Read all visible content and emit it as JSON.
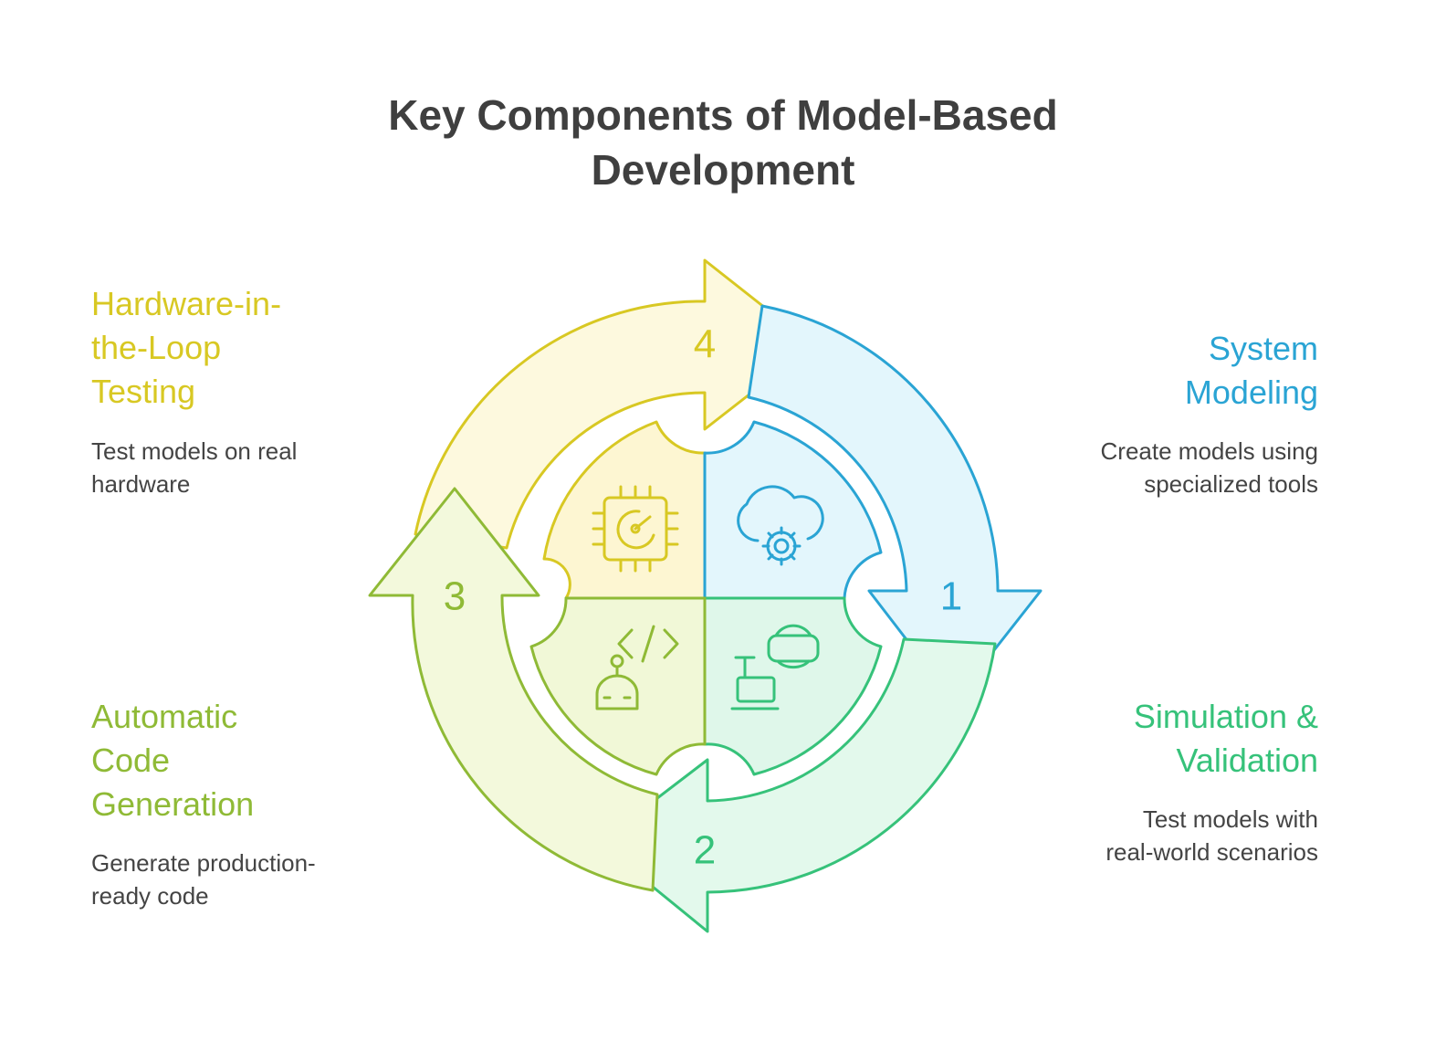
{
  "title": {
    "line1": "Key Components of Model-Based",
    "line2": "Development"
  },
  "colors": {
    "blue": "#2aa4d4",
    "green": "#36c27a",
    "lime": "#8fba36",
    "yellow": "#d8c823",
    "title": "#3f3f3f",
    "text": "#444444"
  },
  "steps": [
    {
      "number": "1",
      "heading": [
        "System",
        "Modeling"
      ],
      "description": [
        "Create models using",
        "specialized tools"
      ],
      "icon": "cloud-gear-icon"
    },
    {
      "number": "2",
      "heading": [
        "Simulation &",
        "Validation"
      ],
      "description": [
        "Test models with",
        "real-world scenarios"
      ],
      "icon": "vr-headset-laptop-icon"
    },
    {
      "number": "3",
      "heading": [
        "Automatic",
        "Code",
        "Generation"
      ],
      "description": [
        "Generate production-",
        "ready code"
      ],
      "icon": "robot-code-icon"
    },
    {
      "number": "4",
      "heading": [
        "Hardware-in-",
        "the-Loop",
        "Testing"
      ],
      "description": [
        "Test models on real",
        "hardware"
      ],
      "icon": "chip-gauge-icon"
    }
  ]
}
